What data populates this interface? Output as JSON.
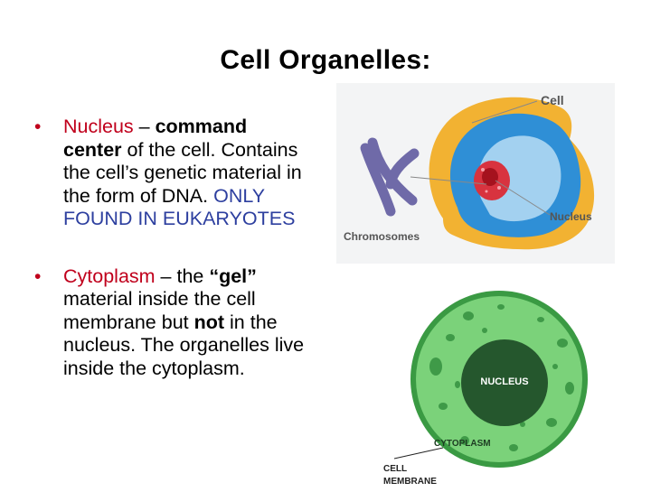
{
  "slide": {
    "title": "Cell Organelles:"
  },
  "bullets": [
    {
      "bullet_glyph": "•",
      "term": "Nucleus",
      "dash": " – ",
      "bold1": "command center",
      "text1": " of the cell. Contains the cell’s genetic material in the form of DNA. ",
      "highlight": "ONLY FOUND IN EUKARYOTES"
    },
    {
      "bullet_glyph": "•",
      "term": "Cytoplasm",
      "dash": " – the ",
      "bold1": "“gel”",
      "text1": " material inside the cell membrane but ",
      "bold2": "not",
      "text2": " in the nucleus.  The organelles live inside the cytoplasm."
    }
  ],
  "figure1": {
    "label_cell": "Cell",
    "label_nucleus": "Nucleus",
    "label_chromosomes": "Chromosomes"
  },
  "figure2": {
    "label_nucleus": "NUCLEUS",
    "label_cytoplasm": "CYTOPLASM",
    "label_membrane_line1": "CELL",
    "label_membrane_line2": "MEMBRANE"
  },
  "colors": {
    "term_red": "#c0001c",
    "highlight_blue": "#2d3f9f",
    "membrane_orange": "#f2b232",
    "cytoplasm_blue": "#2f8fd6",
    "chromosome_purple": "#6f6aa8",
    "cytoplasm_green": "#7bd27a",
    "membrane_green": "#3a9a43",
    "nucleus_dark_green": "#25572d"
  }
}
